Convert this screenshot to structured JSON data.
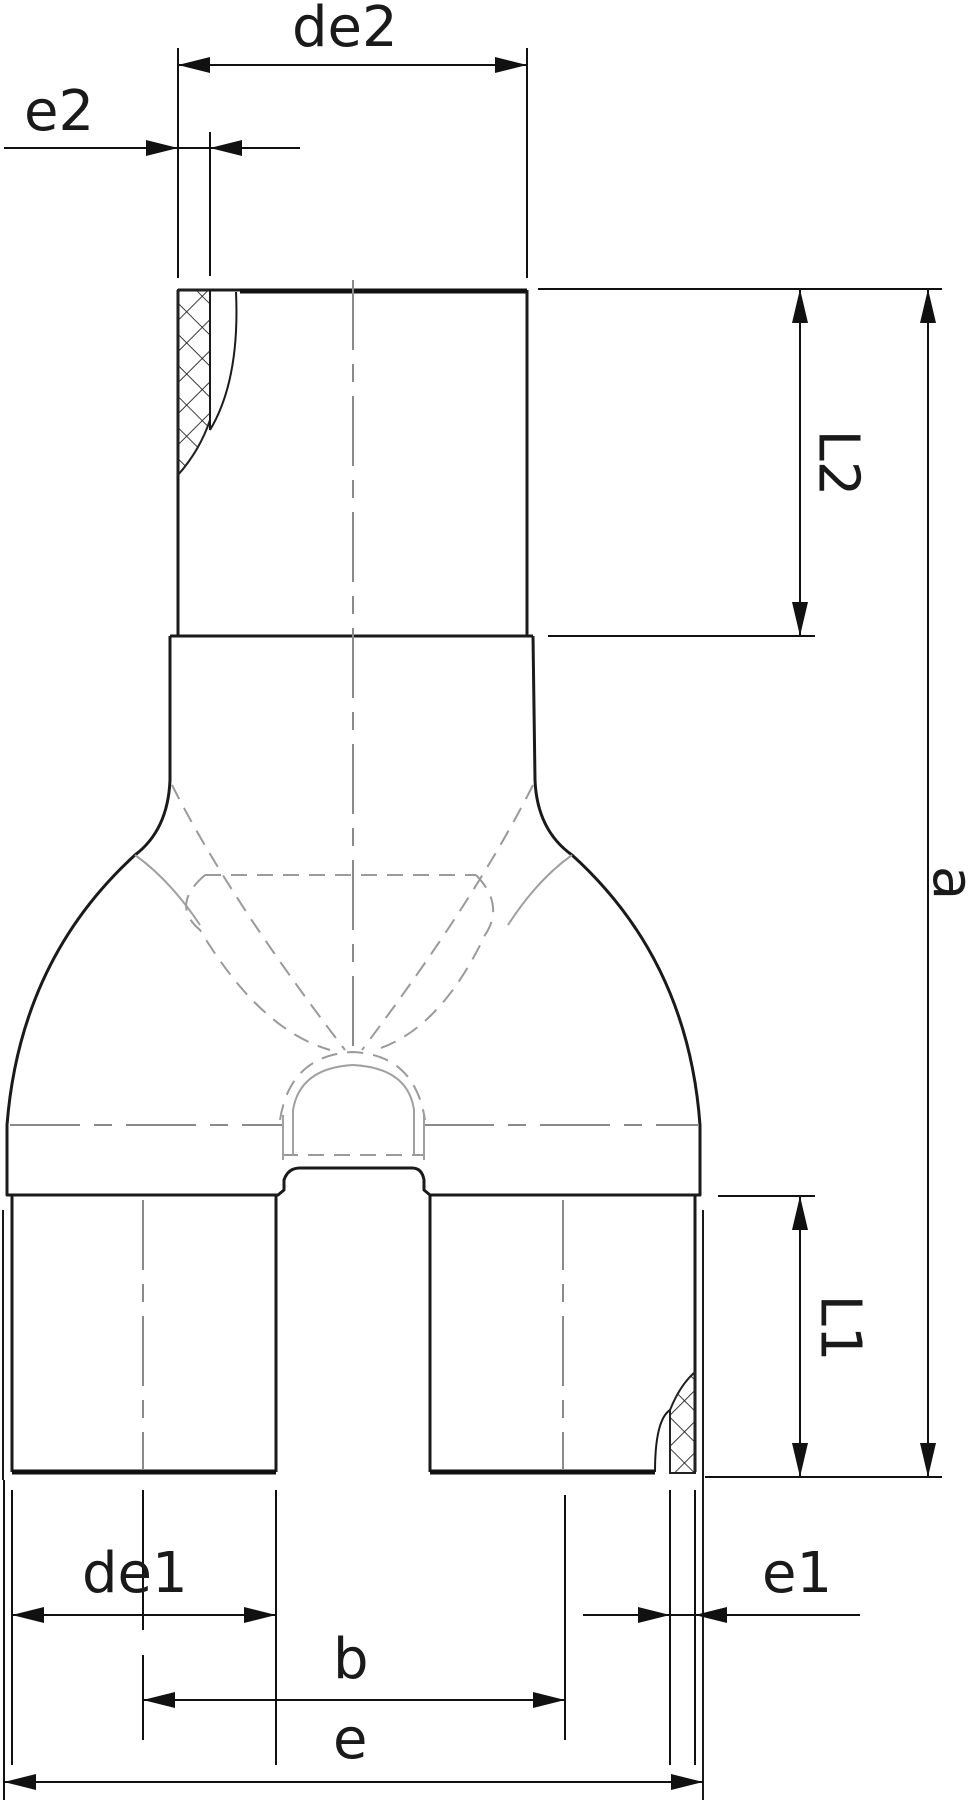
{
  "drawing": {
    "title": "Y-branch pipe fitting technical drawing",
    "line_color": "#1a1a1a",
    "centerline_color": "#8a8a8a",
    "background": "#ffffff"
  },
  "dimensions": {
    "de2": "de2",
    "e2": "e2",
    "L2": "L2",
    "a": "a",
    "L1": "L1",
    "de1": "de1",
    "e1": "e1",
    "b": "b",
    "e": "e"
  }
}
